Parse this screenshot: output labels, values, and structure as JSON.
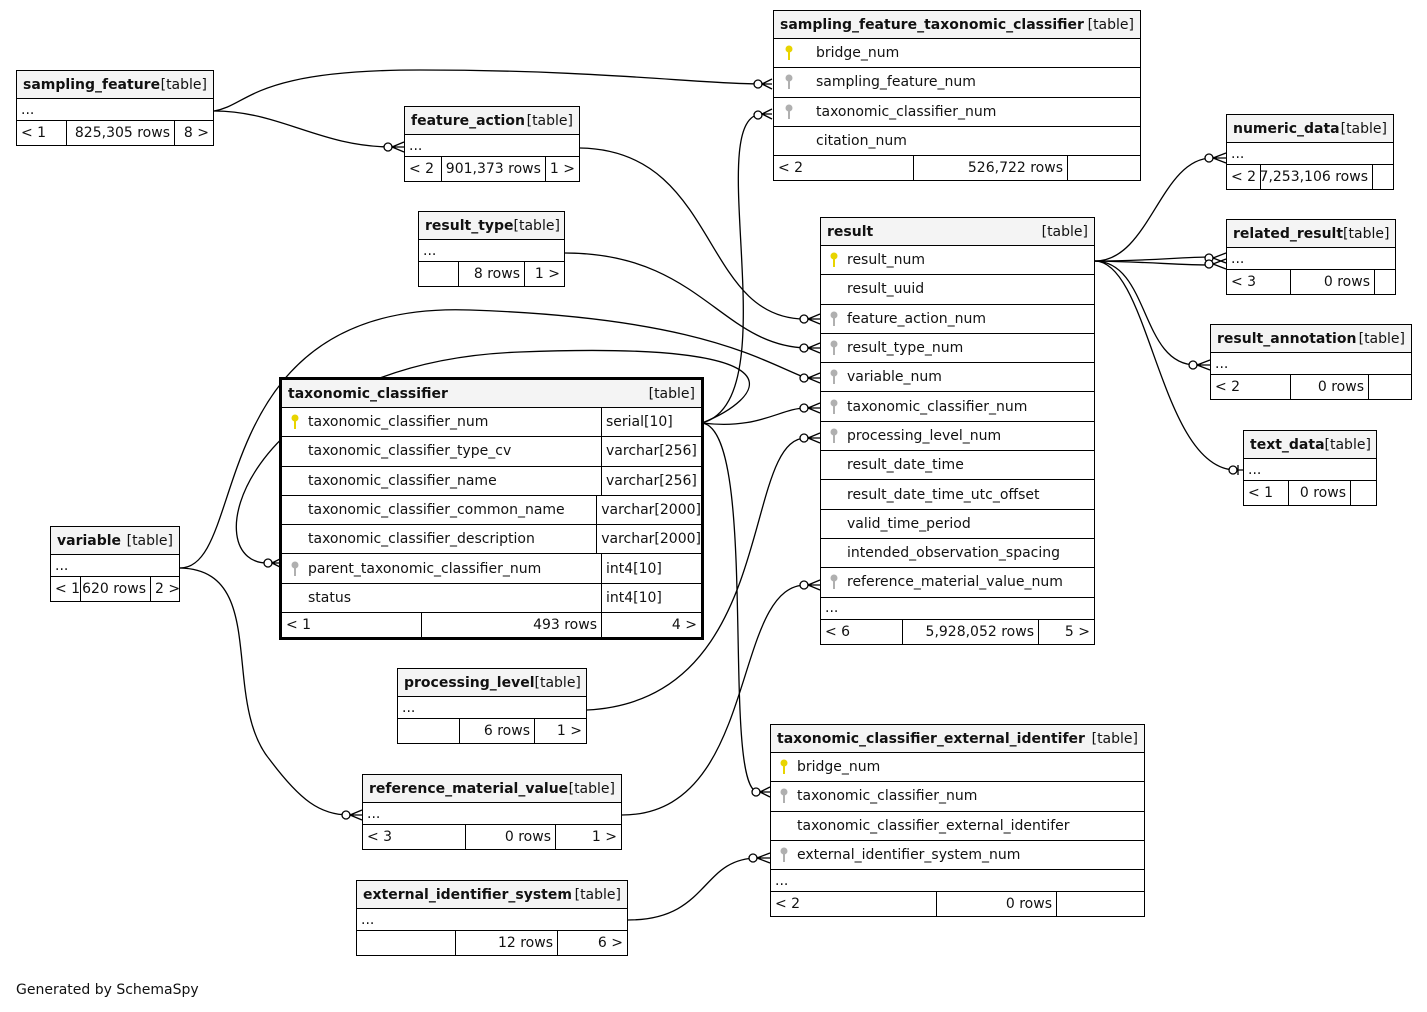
{
  "credit": "Generated by SchemaSpy",
  "kind_label": "[table]",
  "ellipsis": "...",
  "colors": {
    "pk_key": "#e8d400",
    "fk_key": "#b0b0b0"
  },
  "tables": {
    "sampling_feature": {
      "name": "sampling_feature",
      "parents": "< 1",
      "rows": "825,305 rows",
      "children": "8 >"
    },
    "feature_action": {
      "name": "feature_action",
      "parents": "< 2",
      "rows": "901,373 rows",
      "children": "1 >"
    },
    "sftc": {
      "name": "sampling_feature_taxonomic_classifier",
      "columns": [
        {
          "name": "bridge_num",
          "key": "pk"
        },
        {
          "name": "sampling_feature_num",
          "key": "fk"
        },
        {
          "name": "taxonomic_classifier_num",
          "key": "fk"
        },
        {
          "name": "citation_num",
          "key": ""
        }
      ],
      "parents": "< 2",
      "rows": "526,722 rows",
      "children": ""
    },
    "numeric_data": {
      "name": "numeric_data",
      "parents": "< 2",
      "rows": "7,253,106 rows",
      "children": ""
    },
    "related_result": {
      "name": "related_result",
      "parents": "< 3",
      "rows": "0 rows",
      "children": ""
    },
    "result_annotation": {
      "name": "result_annotation",
      "parents": "< 2",
      "rows": "0 rows",
      "children": ""
    },
    "text_data": {
      "name": "text_data",
      "parents": "< 1",
      "rows": "0 rows",
      "children": ""
    },
    "result_type": {
      "name": "result_type",
      "parents": "",
      "rows": "8 rows",
      "children": "1 >"
    },
    "result": {
      "name": "result",
      "columns": [
        {
          "name": "result_num",
          "key": "pk"
        },
        {
          "name": "result_uuid",
          "key": ""
        },
        {
          "name": "feature_action_num",
          "key": "fk"
        },
        {
          "name": "result_type_num",
          "key": "fk"
        },
        {
          "name": "variable_num",
          "key": "fk"
        },
        {
          "name": "taxonomic_classifier_num",
          "key": "fk"
        },
        {
          "name": "processing_level_num",
          "key": "fk"
        },
        {
          "name": "result_date_time",
          "key": ""
        },
        {
          "name": "result_date_time_utc_offset",
          "key": ""
        },
        {
          "name": "valid_time_period",
          "key": ""
        },
        {
          "name": "intended_observation_spacing",
          "key": ""
        },
        {
          "name": "reference_material_value_num",
          "key": "fk"
        }
      ],
      "parents": "< 6",
      "rows": "5,928,052 rows",
      "children": "5 >"
    },
    "taxonomic_classifier": {
      "name": "taxonomic_classifier",
      "columns": [
        {
          "name": "taxonomic_classifier_num",
          "type": "serial[10]",
          "key": "pk"
        },
        {
          "name": "taxonomic_classifier_type_cv",
          "type": "varchar[256]",
          "key": ""
        },
        {
          "name": "taxonomic_classifier_name",
          "type": "varchar[256]",
          "key": ""
        },
        {
          "name": "taxonomic_classifier_common_name",
          "type": "varchar[2000]",
          "key": ""
        },
        {
          "name": "taxonomic_classifier_description",
          "type": "varchar[2000]",
          "key": ""
        },
        {
          "name": "parent_taxonomic_classifier_num",
          "type": "int4[10]",
          "key": "fk"
        },
        {
          "name": "status",
          "type": "int4[10]",
          "key": ""
        }
      ],
      "parents": "< 1",
      "rows": "493 rows",
      "children": "4 >"
    },
    "variable": {
      "name": "variable",
      "parents": "< 1",
      "rows": "620 rows",
      "children": "2 >"
    },
    "processing_level": {
      "name": "processing_level",
      "parents": "",
      "rows": "6 rows",
      "children": "1 >"
    },
    "reference_material_value": {
      "name": "reference_material_value",
      "parents": "< 3",
      "rows": "0 rows",
      "children": "1 >"
    },
    "external_identifier_system": {
      "name": "external_identifier_system",
      "parents": "",
      "rows": "12 rows",
      "children": "6 >"
    },
    "tcei": {
      "name": "taxonomic_classifier_external_identifer",
      "columns": [
        {
          "name": "bridge_num",
          "key": "pk"
        },
        {
          "name": "taxonomic_classifier_num",
          "key": "fk"
        },
        {
          "name": "taxonomic_classifier_external_identifer",
          "key": ""
        },
        {
          "name": "external_identifier_system_num",
          "key": "fk"
        }
      ],
      "parents": "< 2",
      "rows": "0 rows",
      "children": ""
    }
  }
}
